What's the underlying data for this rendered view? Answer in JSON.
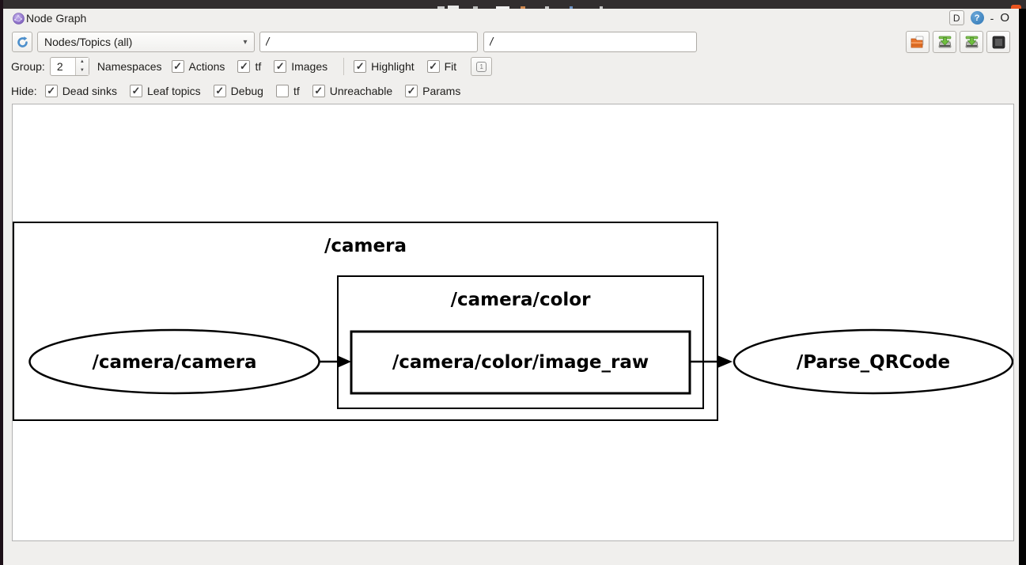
{
  "titlebar": {
    "title": "Node Graph",
    "buttons": {
      "dock": "D",
      "help": "?",
      "minimize": "-",
      "float": "O"
    }
  },
  "toolbar": {
    "refresh_icon": "circular-arrow-refresh",
    "view_mode": "Nodes/Topics (all)",
    "node_filter": "/",
    "topic_filter": "/",
    "action_icons": {
      "open": "open-folder-icon",
      "save_dot": "save-drive-green-arrow-icon",
      "save_svg": "save-drive-green-arrow-icon",
      "save_image": "dark-square-image-icon"
    }
  },
  "options": {
    "group_label": "Group:",
    "group_value": "2",
    "namespaces_label": "Namespaces",
    "items": [
      {
        "label": "Actions",
        "glyph": "✓"
      },
      {
        "label": "tf",
        "glyph": "✓"
      },
      {
        "label": "Images",
        "glyph": "✓"
      },
      {
        "label": "Highlight",
        "glyph": "✓"
      },
      {
        "label": "Fit",
        "glyph": "✓"
      }
    ],
    "fit_button_glyph": "1"
  },
  "hide": {
    "label": "Hide:",
    "items": [
      {
        "label": "Dead sinks",
        "glyph": "✓"
      },
      {
        "label": "Leaf topics",
        "glyph": "✓"
      },
      {
        "label": "Debug",
        "glyph": "✓"
      },
      {
        "label": "tf",
        "glyph": ""
      },
      {
        "label": "Unreachable",
        "glyph": "✓"
      },
      {
        "label": "Params",
        "glyph": "✓"
      }
    ]
  },
  "graph": {
    "clusters": [
      {
        "label": "/camera"
      },
      {
        "label": "/camera/color"
      }
    ],
    "nodes": [
      {
        "label": "/camera/camera",
        "shape": "ellipse"
      },
      {
        "label": "/camera/color/image_raw",
        "shape": "box"
      },
      {
        "label": "/Parse_QRCode",
        "shape": "ellipse"
      }
    ],
    "edges": [
      {
        "from": "/camera/camera",
        "to": "/camera/color/image_raw"
      },
      {
        "from": "/camera/color/image_raw",
        "to": "/Parse_QRCode"
      }
    ]
  }
}
